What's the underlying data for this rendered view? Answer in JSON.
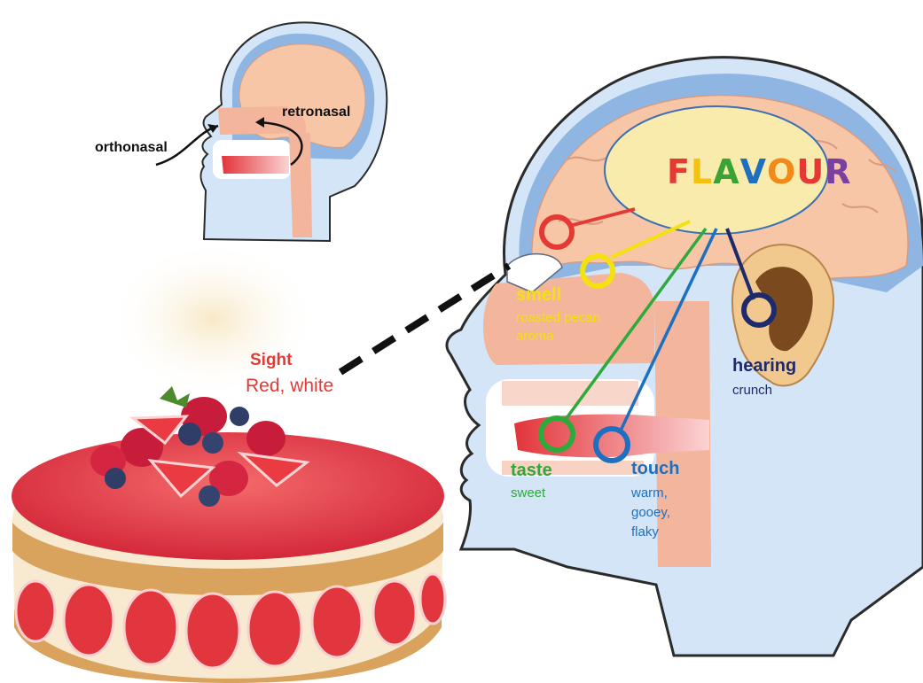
{
  "labels": {
    "orthonasal": "orthonasal",
    "retronasal": "retronasal",
    "sight_title": "Sight",
    "sight_desc": "Red, white",
    "smell_title": "smell",
    "smell_desc_1": "roasted pecan",
    "smell_desc_2": "aroma",
    "hearing_title": "hearing",
    "hearing_desc": "crunch",
    "taste_title": "taste",
    "taste_desc": "sweet",
    "touch_title": "touch",
    "touch_desc_1": "warm,",
    "touch_desc_2": "gooey,",
    "touch_desc_3": "flaky"
  },
  "flavour_letters": [
    {
      "ch": "F",
      "color": "#e53935"
    },
    {
      "ch": "L",
      "color": "#f4c20d"
    },
    {
      "ch": "A",
      "color": "#3aa335"
    },
    {
      "ch": "V",
      "color": "#1f6fc0"
    },
    {
      "ch": "O",
      "color": "#f28a1a"
    },
    {
      "ch": "U",
      "color": "#e53935"
    },
    {
      "ch": "R",
      "color": "#7b3fa0"
    }
  ],
  "colors": {
    "sight": "#e53935",
    "smell": "#f4e10d",
    "taste": "#2eaa3a",
    "touch": "#1f6fc0",
    "hearing": "#1e2a6e",
    "brain": "#f6c6a6",
    "skull": "#8fb6e3",
    "flavour_fill": "#f9ebab"
  }
}
